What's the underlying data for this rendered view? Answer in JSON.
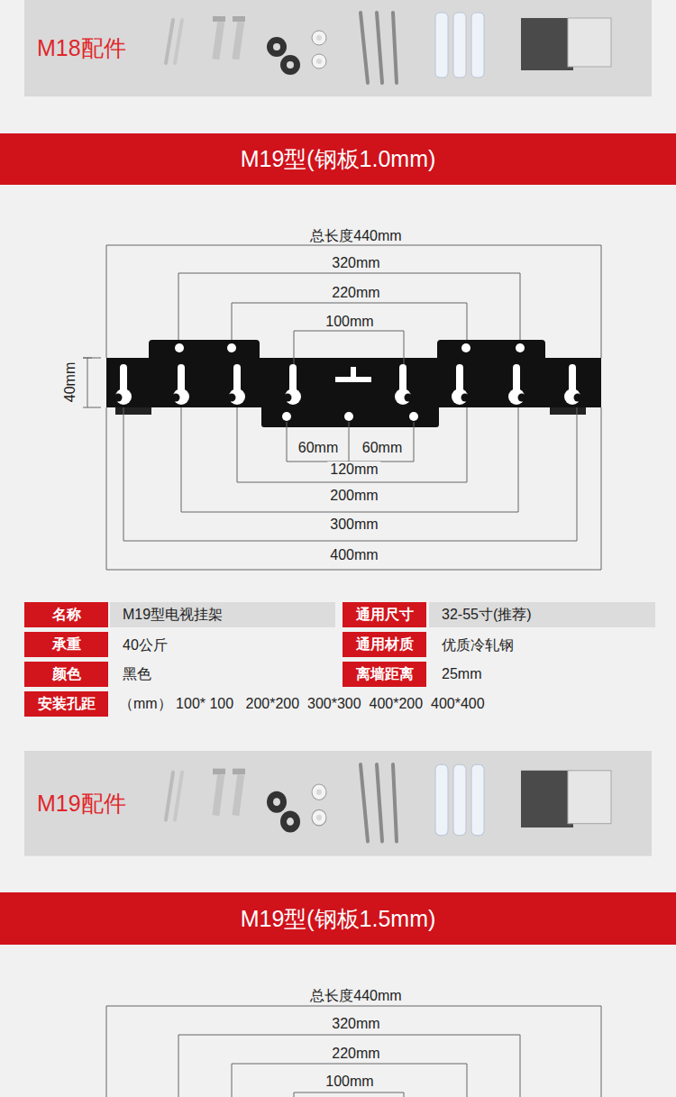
{
  "diagram": {
    "nodes": [
      {
        "text": [
          "M18配件"
        ]
      },
      {
        "text": [
          "M19型(钢板1.0mm)"
        ]
      },
      {
        "text": [
          "名称"
        ]
      },
      {
        "text": [
          "M19型电视挂架"
        ]
      },
      {
        "text": [
          "通用尺寸"
        ]
      },
      {
        "text": [
          "32-55寸(推荐)"
        ]
      },
      {
        "text": [
          "承重"
        ]
      },
      {
        "text": [
          "通用材质"
        ]
      },
      {
        "text": [
          "颜色"
        ]
      },
      {
        "text": [
          "离墙距离"
        ]
      },
      {
        "text": [
          "安装孔距"
        ]
      },
      {
        "text": [
          "M19配件"
        ]
      },
      {
        "text": [
          "M19型(钢板1.5mm)"
        ]
      }
    ],
    "labels": [
      "总长度440mm",
      "320mm",
      "220mm",
      "100mm",
      "40mm",
      "60mm",
      "60mm",
      "120mm",
      "200mm",
      "300mm",
      "400mm",
      "40公斤",
      "优质冷轧钢",
      "黑色",
      "25mm",
      "（mm） 100* 100   200*200  300*300  400*200  400*400",
      "总长度440mm",
      "320mm",
      "220mm",
      "100mm"
    ]
  }
}
